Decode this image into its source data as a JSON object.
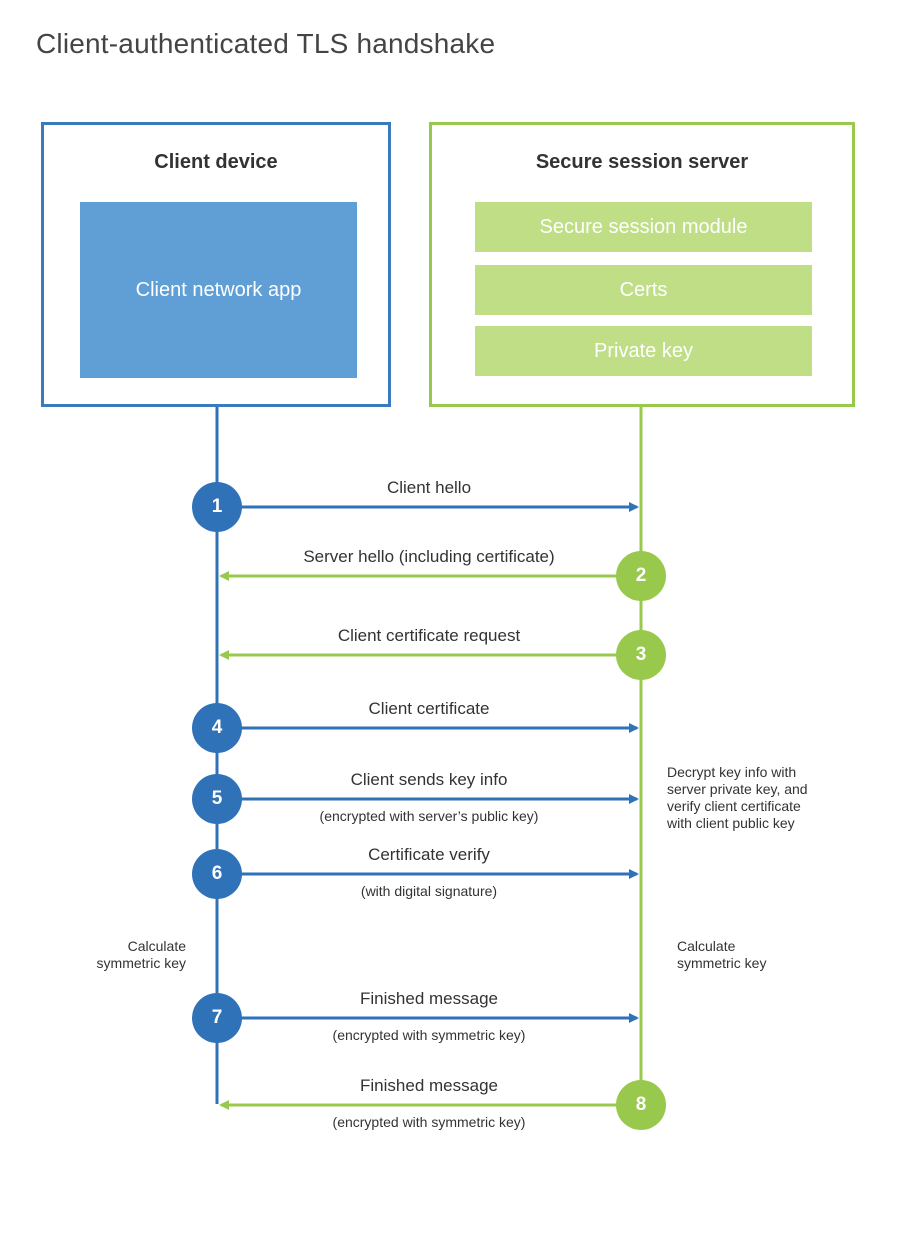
{
  "title": "Client-authenticated TLS handshake",
  "client": {
    "title": "Client device",
    "app": "Client network app"
  },
  "server": {
    "title": "Secure session server",
    "items": [
      "Secure session module",
      "Certs",
      "Private key"
    ]
  },
  "steps": [
    {
      "number": "1",
      "label": "Client hello",
      "sub": "",
      "direction": "to-server"
    },
    {
      "number": "2",
      "label": "Server hello (including certificate)",
      "sub": "",
      "direction": "to-client"
    },
    {
      "number": "3",
      "label": "Client certificate request",
      "sub": "",
      "direction": "to-client"
    },
    {
      "number": "4",
      "label": "Client certificate",
      "sub": "",
      "direction": "to-server"
    },
    {
      "number": "5",
      "label": "Client sends key info",
      "sub": "(encrypted with server’s public key)",
      "direction": "to-server"
    },
    {
      "number": "6",
      "label": "Certificate verify",
      "sub": "(with digital signature)",
      "direction": "to-server"
    },
    {
      "number": "7",
      "label": "Finished message",
      "sub": "(encrypted with symmetric key)",
      "direction": "to-server"
    },
    {
      "number": "8",
      "label": "Finished message",
      "sub": "(encrypted with symmetric key)",
      "direction": "to-client"
    }
  ],
  "notes": {
    "server_decrypt": [
      "Decrypt key info with",
      "server private key, and",
      "verify client certificate",
      "with client public key"
    ],
    "client_calc": [
      "Calculate",
      "symmetric key"
    ],
    "server_calc": [
      "Calculate",
      "symmetric key"
    ]
  },
  "colors": {
    "client": "#2f72b8",
    "server": "#98c94c"
  }
}
